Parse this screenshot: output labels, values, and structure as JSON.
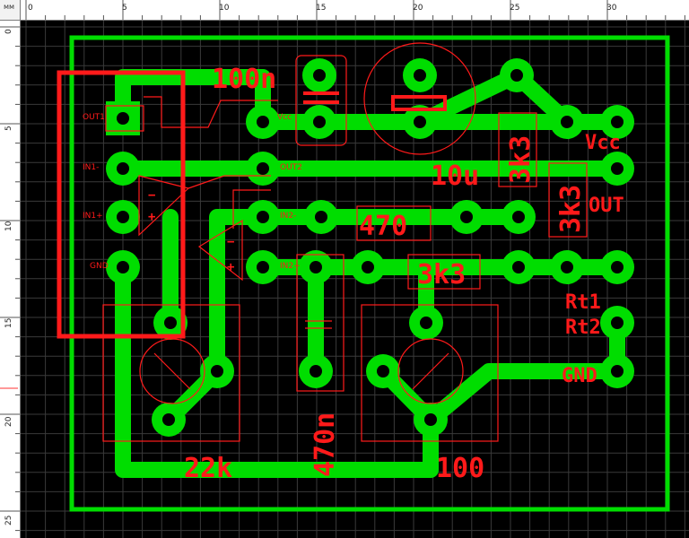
{
  "ruler": {
    "unit": "мм",
    "top_ticks": [
      "0",
      "5",
      "10",
      "15",
      "20",
      "25",
      "30"
    ],
    "left_ticks": [
      "0",
      "5",
      "10",
      "15",
      "20",
      "25"
    ]
  },
  "colors": {
    "background": "#000000",
    "grid": "#3a3a3a",
    "copper": "#00dd00",
    "silkscreen": "#ff1a1a",
    "board_outline": "#00dd00",
    "ruler": "#ffffff"
  },
  "chip_pins": {
    "out1": "OUT1",
    "in1_minus": "IN1-",
    "in1_plus": "IN1+",
    "gnd": "GND",
    "vcc": "Vcc",
    "out2": "OUT2",
    "in2_minus": "IN2-",
    "in2_plus": "IN2+"
  },
  "opamp_signs": {
    "minus": "−",
    "plus": "+"
  },
  "components": {
    "c1": "100n",
    "c2": "10u",
    "r1": "3k3",
    "r2": "3k3",
    "r3": "470",
    "r4": "3k3",
    "c3": "470n",
    "pot1": "22k",
    "pot2": "100"
  },
  "connectors": {
    "vcc": "Vcc",
    "out": "OUT",
    "rt1": "Rt1",
    "rt2": "Rt2",
    "gnd": "GND"
  }
}
